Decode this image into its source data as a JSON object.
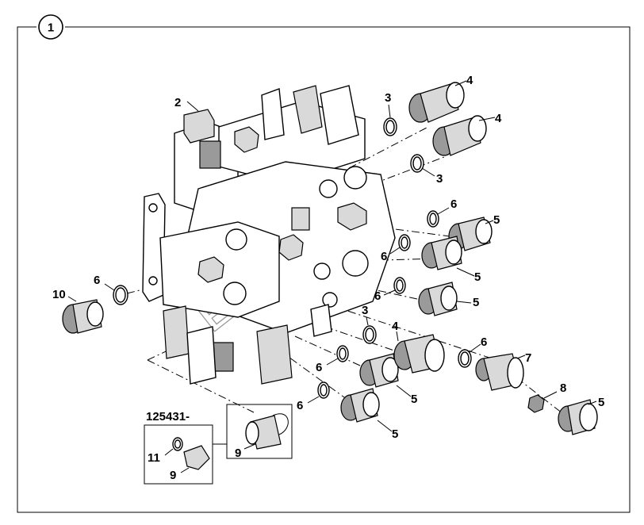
{
  "figure": {
    "index_label": "1",
    "watermark": "Exkavasoft",
    "inset_label": "125431-"
  },
  "callouts": {
    "c2": "2",
    "c3a": "3",
    "c3b": "3",
    "c3c": "3",
    "c4a": "4",
    "c4b": "4",
    "c4c": "4",
    "c5a": "5",
    "c5b": "5",
    "c5c": "5",
    "c5d": "5",
    "c5e": "5",
    "c5f": "5",
    "c6a": "6",
    "c6b": "6",
    "c6c": "6",
    "c6d": "6",
    "c6e": "6",
    "c6f": "6",
    "c6g": "6",
    "c7": "7",
    "c8": "8",
    "c9a": "9",
    "c9b": "9",
    "c10": "10",
    "c11": "11"
  }
}
